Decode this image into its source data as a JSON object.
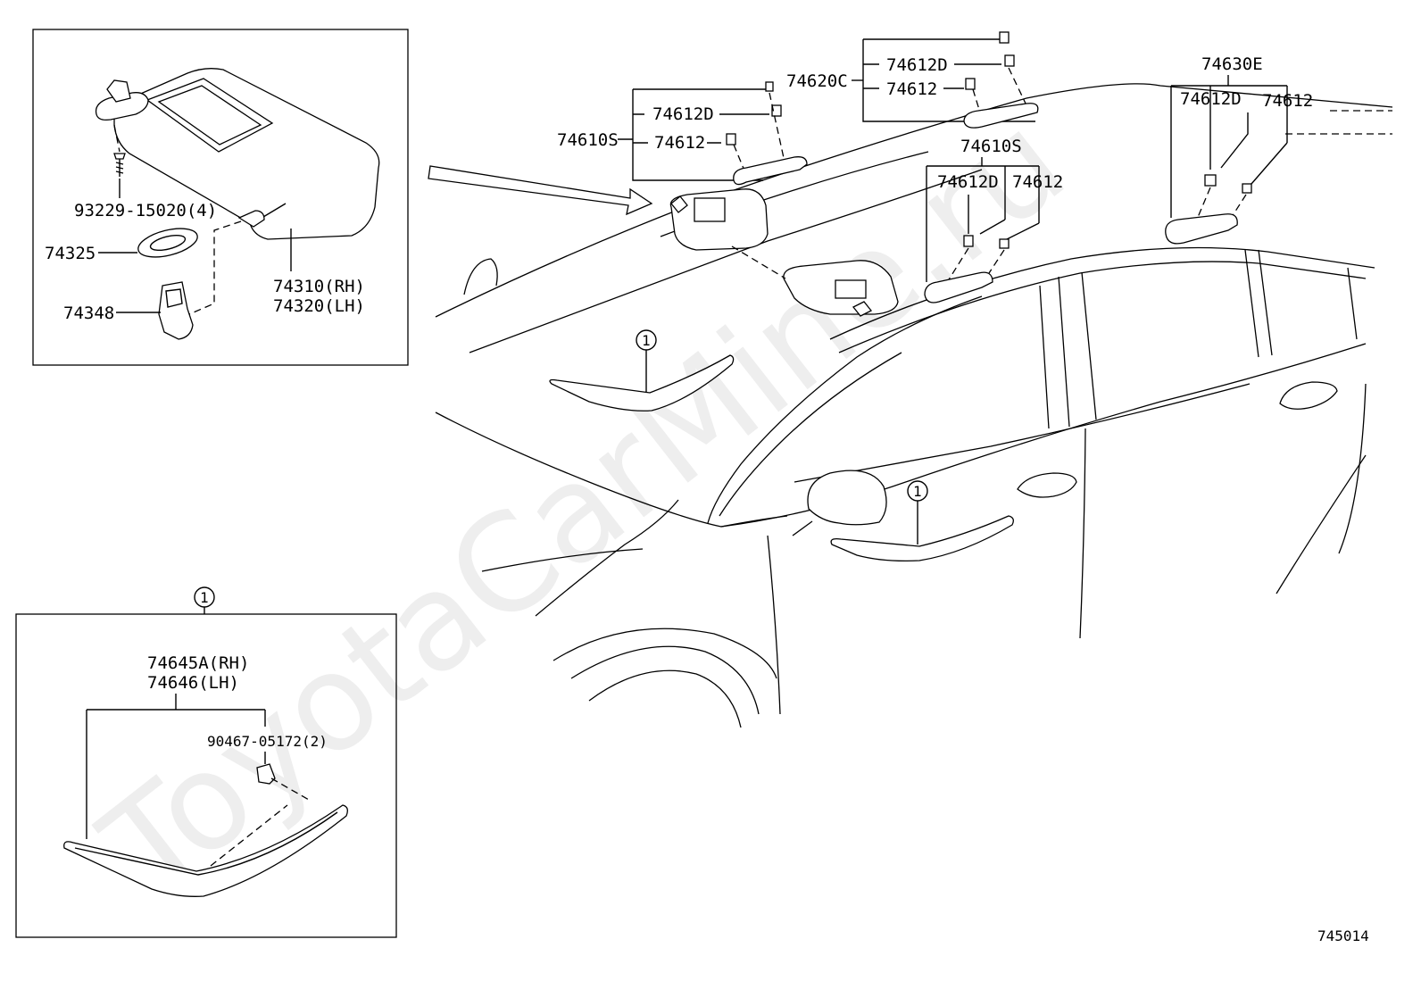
{
  "watermark": "ToyotaCarMine.ru",
  "diagram_id": "745014",
  "reference_marker": "1",
  "sunvisor_inset": {
    "screw": "93229-15020(4)",
    "holder": "74325",
    "clip": "74348",
    "visor_rh": "74310(RH)",
    "visor_lh": "74320(LH)"
  },
  "molding_inset": {
    "molding_rh": "74645A(RH)",
    "molding_lh": "74646(LH)",
    "clip": "90467-05172(2)"
  },
  "front_grip": {
    "assembly": "74610S",
    "cover": "74612D",
    "plug": "74612"
  },
  "center_grip": {
    "assembly": "74620C",
    "cover": "74612D",
    "plug": "74612"
  },
  "rear_grip": {
    "assembly": "74610S",
    "cover": "74612D",
    "plug": "74612"
  },
  "back_grip": {
    "assembly": "74630E",
    "cover": "74612D",
    "plug": "74612"
  }
}
